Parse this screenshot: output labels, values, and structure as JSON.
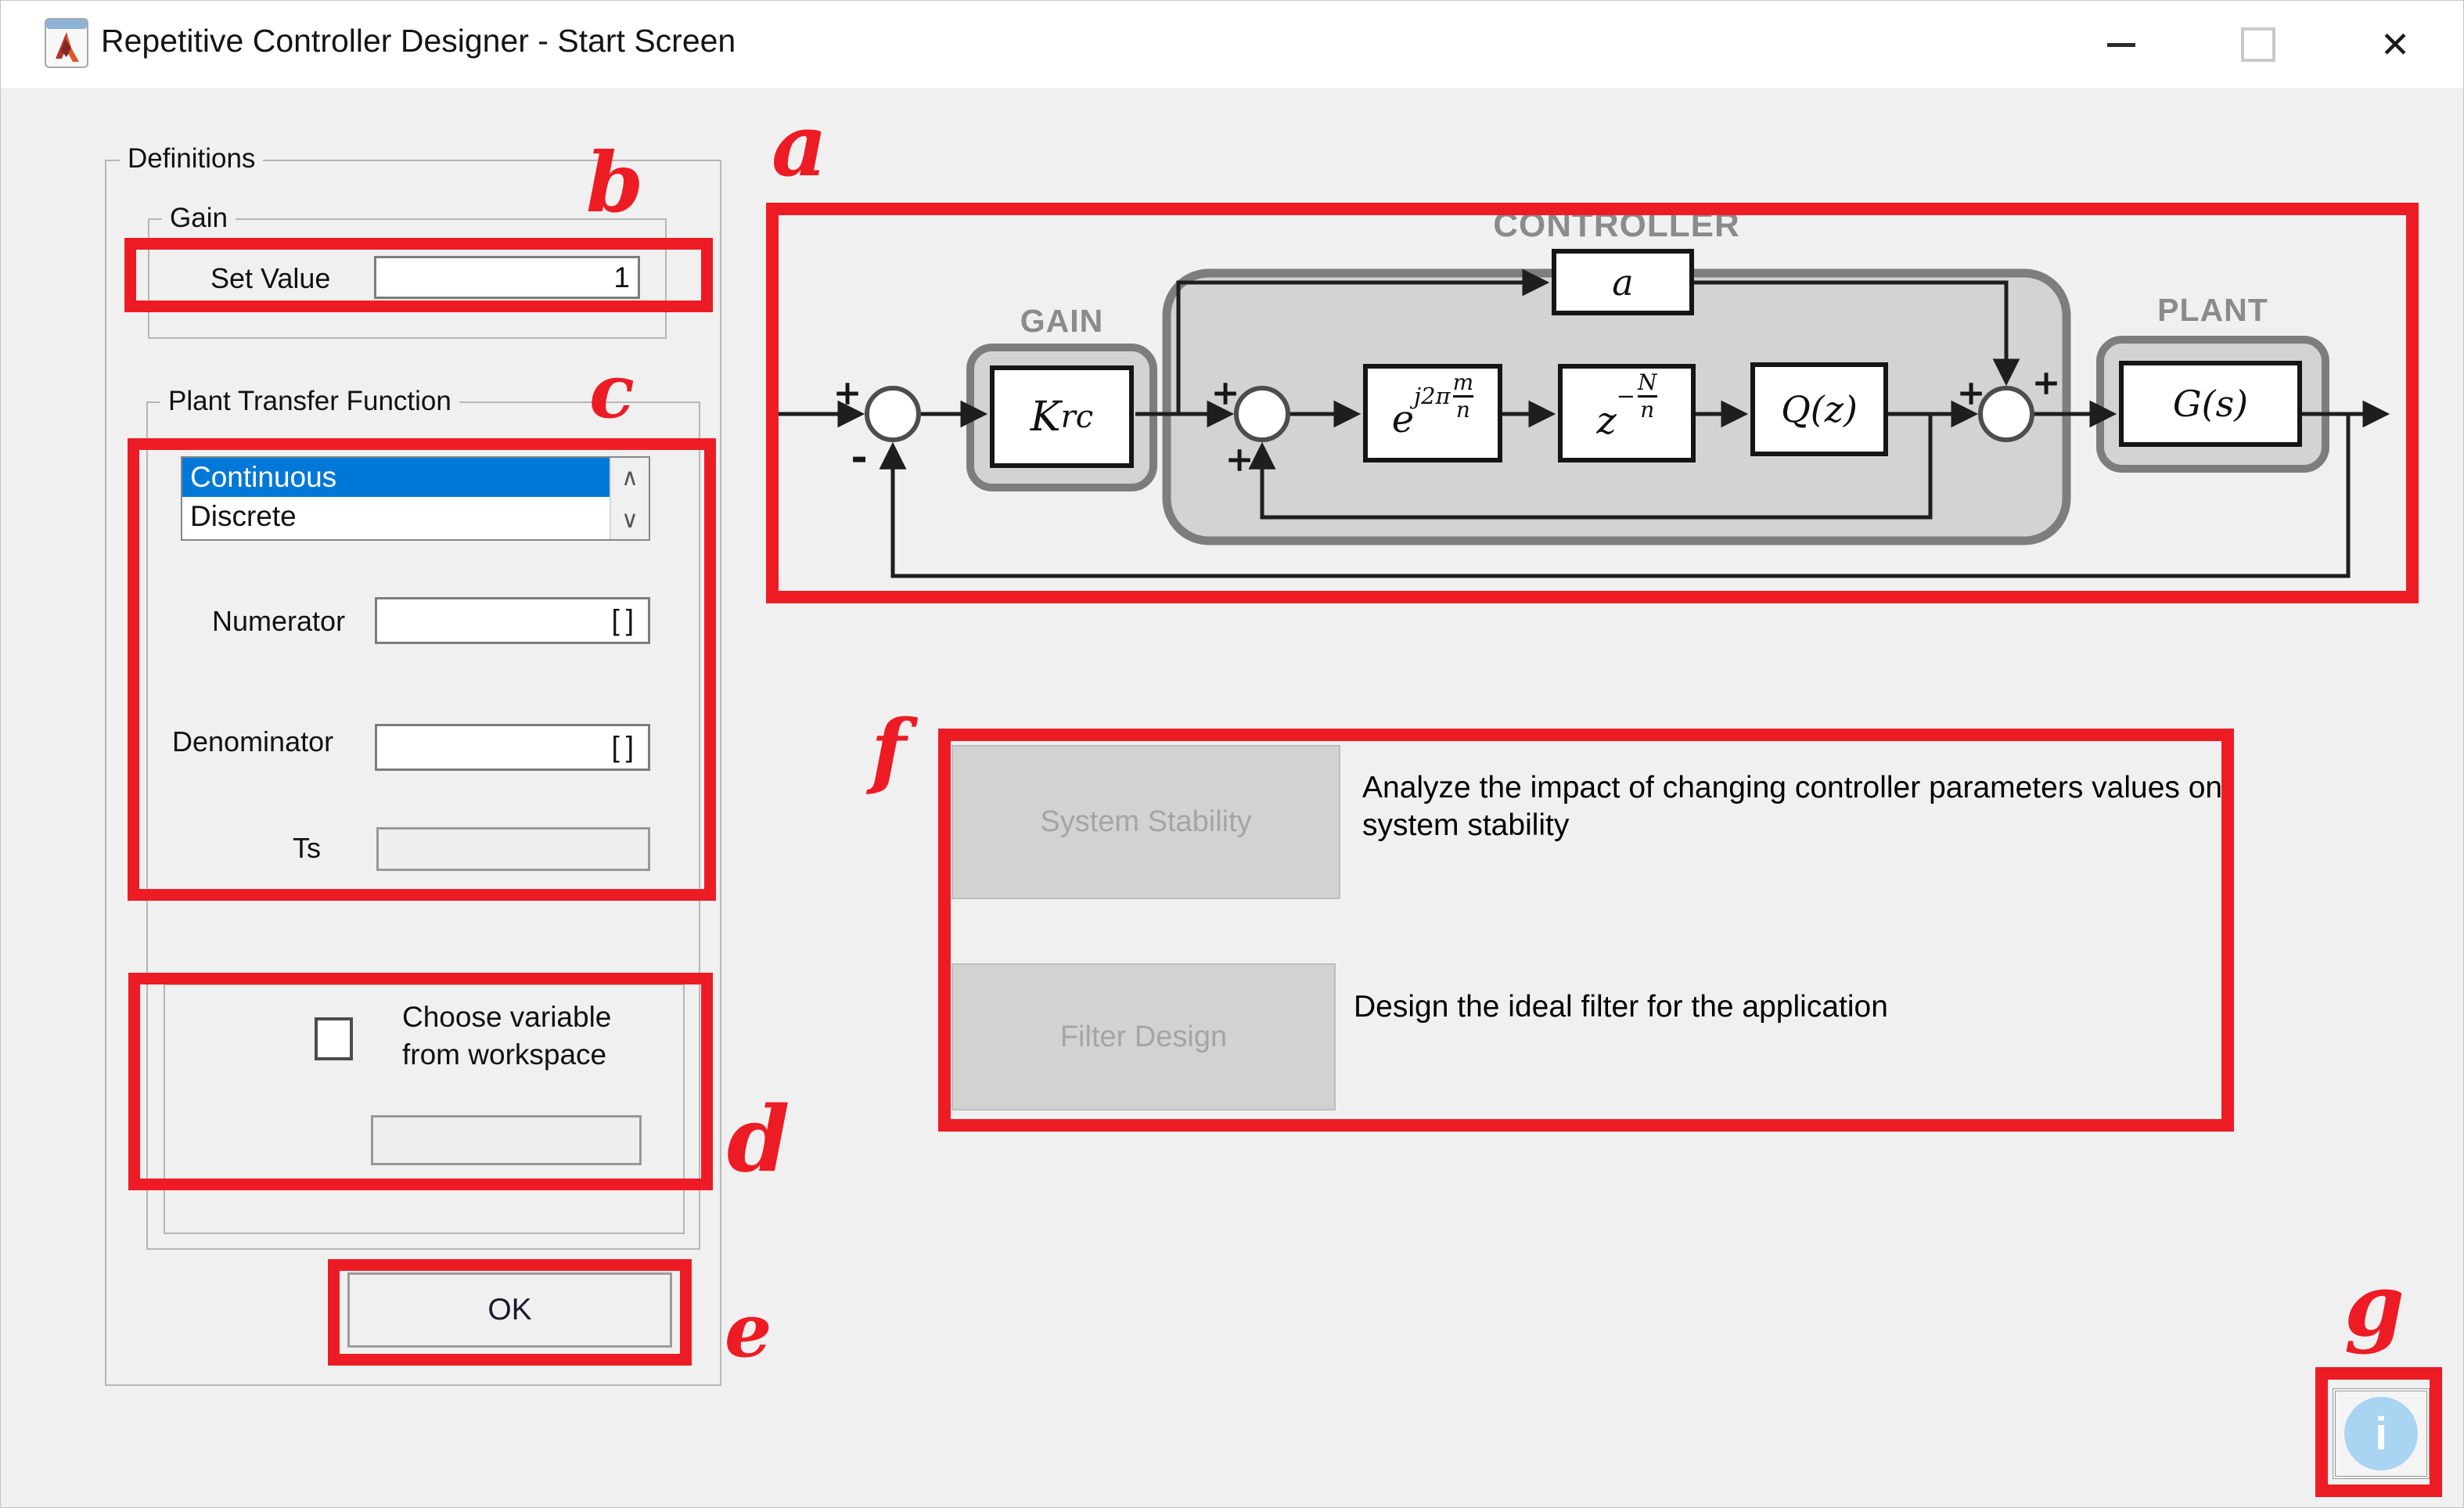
{
  "window": {
    "title": "Repetitive Controller Designer - Start Screen",
    "icons": {
      "close": "✕",
      "scroll_up": "∧",
      "scroll_down": "∨",
      "info": "i"
    }
  },
  "annotations": {
    "a": "a",
    "b": "b",
    "c": "c",
    "d": "d",
    "e": "e",
    "f": "f",
    "g": "g"
  },
  "colors": {
    "annotation_red": "#ed1c24",
    "selection_blue": "#0078d7",
    "info_blue": "#a9d4f2"
  },
  "definitions": {
    "panel_label": "Definitions",
    "gain": {
      "group_label": "Gain",
      "set_value_label": "Set Value",
      "set_value": "1"
    },
    "plant_transfer_function": {
      "group_label": "Plant Transfer Function",
      "type_options": [
        "Continuous",
        "Discrete"
      ],
      "selected_type": "Continuous",
      "numerator_label": "Numerator",
      "numerator_value": "[]",
      "denominator_label": "Denominator",
      "denominator_value": "[]",
      "ts_label": "Ts",
      "ts_value": ""
    },
    "workspace": {
      "checkbox_label_line1": "Choose variable",
      "checkbox_label_line2": "from workspace",
      "checked": false,
      "variable_value": ""
    },
    "ok_label": "OK"
  },
  "diagram": {
    "controller_label": "CONTROLLER",
    "gain_label": "GAIN",
    "plant_label": "PLANT",
    "blocks": {
      "gain_main": "K",
      "gain_sub": "rc",
      "a_block": "a",
      "exp_base": "e",
      "exp_sup": "j2π",
      "exp_frac_num": "m",
      "exp_frac_den": "n",
      "delay_base": "z",
      "delay_sup_sign": "−",
      "delay_frac_num": "N",
      "delay_frac_den": "n",
      "q_block": "Q(z)",
      "plant_block": "G(s)"
    },
    "signs": {
      "sum1_input": "+",
      "sum1_feedback": "-",
      "sum2_input": "+",
      "sum2_feedback": "+",
      "sum3_input": "+",
      "sum3_branch": "+"
    }
  },
  "actions": [
    {
      "button_label": "System Stability",
      "description": "Analyze the impact of changing controller parameters values on system stability"
    },
    {
      "button_label": "Filter Design",
      "description": "Design the ideal filter for the application"
    }
  ]
}
